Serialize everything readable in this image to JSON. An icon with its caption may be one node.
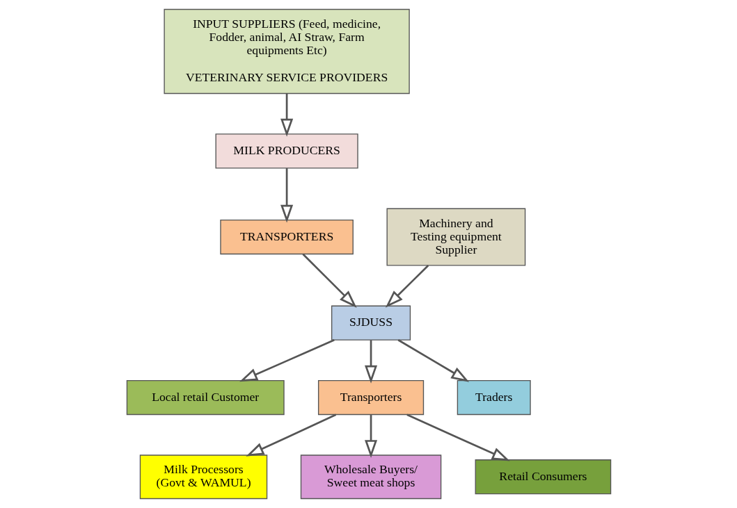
{
  "diagram": {
    "nodes": [
      {
        "text": [
          "INPUT SUPPLIERS (Feed, medicine, Fodder, animal, AI Straw, Farm equipments Etc)",
          "VETERINARY SERVICE PROVIDERS"
        ]
      },
      {
        "text": [
          "MILK PRODUCERS"
        ]
      },
      {
        "text": [
          "TRANSPORTERS"
        ]
      },
      {
        "text": [
          "Local retail Customer"
        ]
      },
      {
        "text": [
          "Milk Processors (Govt & WAMUL)"
        ]
      },
      {
        "text": [
          "Wholesale Buyers/ Sweet meat shops"
        ]
      },
      {
        "text": [
          "Transporters"
        ]
      },
      {
        "text": [
          "SJDUSS"
        ]
      },
      {
        "text": [
          "Retail Consumers"
        ]
      },
      {
        "text": [
          "Traders"
        ]
      },
      {
        "text": [
          "Machinery and Testing equipment Supplier"
        ]
      }
    ],
    "edges": [
      {
        "from": 0,
        "to": 1,
        "arrow": "to"
      },
      {
        "from": 1,
        "to": 2,
        "arrow": "to"
      },
      {
        "from": 2,
        "to": 7,
        "arrow": "to"
      },
      {
        "from": 7,
        "to": 3,
        "arrow": "to"
      },
      {
        "from": 7,
        "to": 6,
        "arrow": "to"
      },
      {
        "from": 7,
        "to": 9,
        "arrow": "to"
      },
      {
        "from": 10,
        "to": 7,
        "arrow": "to"
      },
      {
        "from": 6,
        "to": 4,
        "arrow": "to"
      },
      {
        "from": 6,
        "to": 5,
        "arrow": "to"
      },
      {
        "from": 6,
        "to": 8,
        "arrow": "to"
      }
    ]
  }
}
